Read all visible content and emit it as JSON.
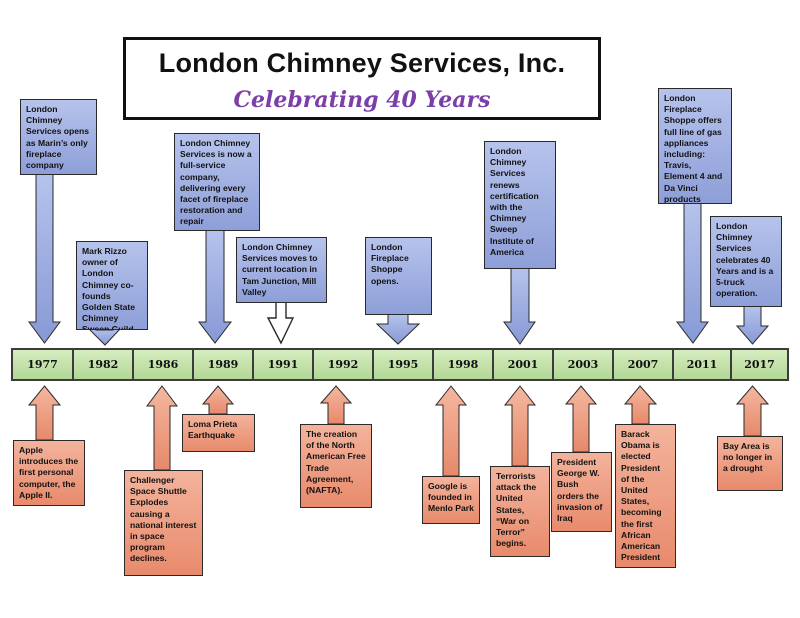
{
  "header": {
    "title": "London Chimney Services, Inc.",
    "subtitle": "Celebrating 40 Years"
  },
  "colors": {
    "top_callout": "#9aaae0",
    "bottom_callout": "#ec9778",
    "timeline_bar": "#c4e3a8",
    "subtitle": "#7a3fa8"
  },
  "timeline": {
    "years": [
      "1977",
      "1982",
      "1986",
      "1989",
      "1991",
      "1992",
      "1995",
      "1998",
      "2001",
      "2003",
      "2007",
      "2011",
      "2017"
    ]
  },
  "top_events": [
    {
      "year": "1977",
      "text": "London Chimney Services opens as Marin’s only fireplace company"
    },
    {
      "year": "1982",
      "text": "Mark Rizzo owner of London Chimney co-founds Golden State Chimney Sweep Guild"
    },
    {
      "year": "1989",
      "text": "London Chimney Services is now a full-service company, delivering every facet of fireplace restoration and repair"
    },
    {
      "year": "1991",
      "text": "London Chimney Services moves to current location in Tam Junction, Mill Valley"
    },
    {
      "year": "1995",
      "text": "London Fireplace Shoppe opens."
    },
    {
      "year": "2001",
      "text": "London Chimney Services renews certification with the Chimney Sweep Institute of America"
    },
    {
      "year": "2011",
      "text": "London Fireplace Shoppe offers full line of gas appliances including: Travis, Element 4 and Da Vinci products"
    },
    {
      "year": "2017",
      "text": "London Chimney Services celebrates 40 Years and is a 5-truck operation."
    }
  ],
  "bottom_events": [
    {
      "year": "1977",
      "text": "Apple introduces the first personal computer, the Apple II."
    },
    {
      "year": "1986",
      "text": "Challenger Space Shuttle Explodes causing a national interest in space program declines."
    },
    {
      "year": "1989",
      "text": "Loma Prieta Earthquake"
    },
    {
      "year": "1992",
      "text": "The creation of the North American Free Trade Agreement, (NAFTA)."
    },
    {
      "year": "1998",
      "text": "Google is founded in Menlo Park"
    },
    {
      "year": "2001",
      "text": "Terrorists attack the United States, “War on Terror” begins."
    },
    {
      "year": "2003",
      "text": "President George W. Bush orders the invasion of Iraq"
    },
    {
      "year": "2007",
      "text": "Barack Obama is elected President of the United States, becoming the first African American President"
    },
    {
      "year": "2017",
      "text": "Bay Area is no longer in a drought"
    }
  ]
}
